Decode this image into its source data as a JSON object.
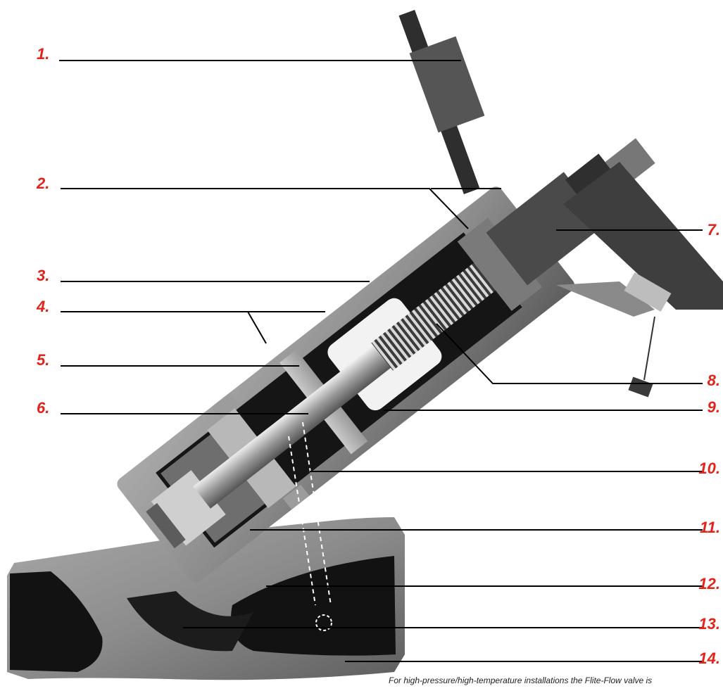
{
  "callouts": {
    "left": [
      "1.",
      "2.",
      "3.",
      "4.",
      "5.",
      "6."
    ],
    "right": [
      "7.",
      "8.",
      "9.",
      "10.",
      "11.",
      "12.",
      "13.",
      "14."
    ]
  },
  "caption": "For high-pressure/high-temperature installations the Flite-Flow valve is",
  "colors": {
    "callout_number": "#e2231a",
    "leader_line": "#000000",
    "body_steel": "#8a8a8a",
    "section_cut": "#b4b4b4",
    "cavity": "#111111"
  }
}
